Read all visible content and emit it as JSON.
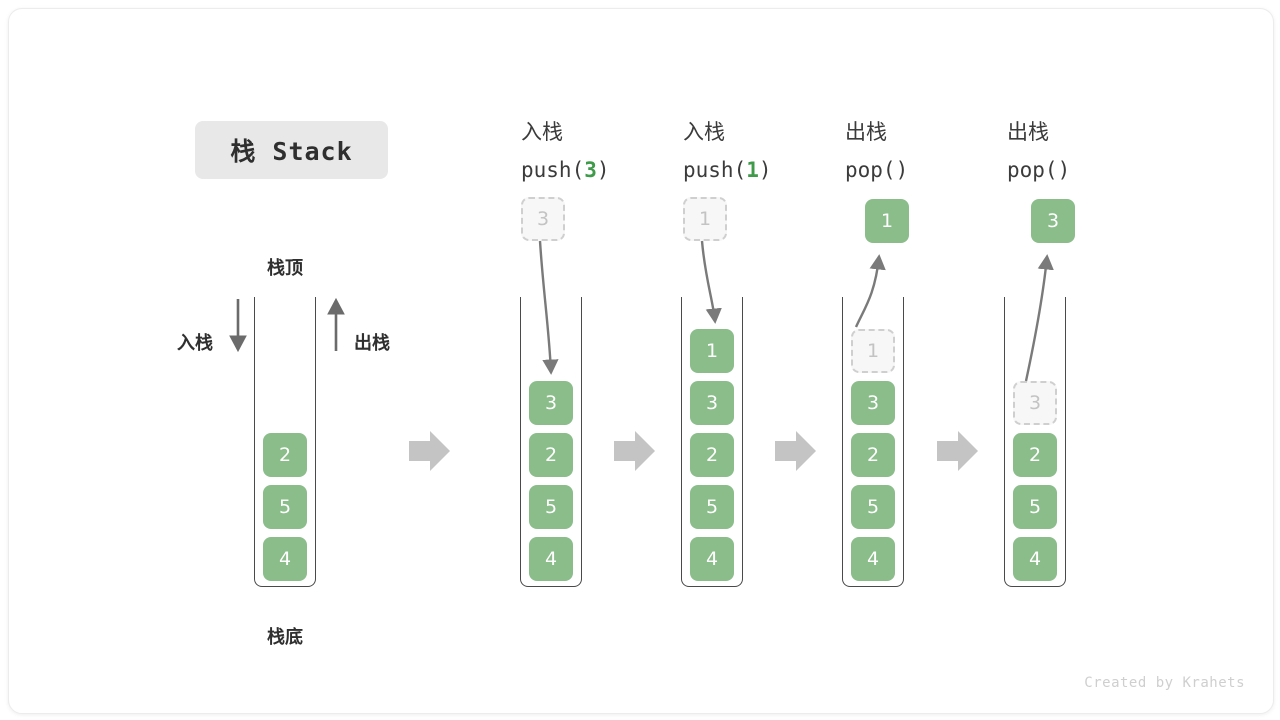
{
  "title": {
    "text": "栈 Stack"
  },
  "watermark": "Created by Krahets",
  "annotations": {
    "top": "栈顶",
    "bottom": "栈底",
    "push_side": "入栈",
    "pop_side": "出栈"
  },
  "columns": [
    {
      "id": "initial",
      "op_cn": "",
      "op_code": "",
      "cells": [
        "2",
        "5",
        "4"
      ],
      "ghost_index": -1,
      "floating": null
    },
    {
      "id": "push-3",
      "op_cn": "入栈",
      "op_code_prefix": "push(",
      "op_code_arg": "3",
      "op_code_suffix": ")",
      "cells": [
        "3",
        "2",
        "5",
        "4"
      ],
      "ghost_index": -1,
      "floating": {
        "value": "3",
        "style": "ghost",
        "direction": "in"
      }
    },
    {
      "id": "push-1",
      "op_cn": "入栈",
      "op_code_prefix": "push(",
      "op_code_arg": "1",
      "op_code_suffix": ")",
      "cells": [
        "1",
        "3",
        "2",
        "5",
        "4"
      ],
      "ghost_index": -1,
      "floating": {
        "value": "1",
        "style": "ghost",
        "direction": "in"
      }
    },
    {
      "id": "pop-1",
      "op_cn": "出栈",
      "op_code_prefix": "pop(",
      "op_code_arg": "",
      "op_code_suffix": ")",
      "cells": [
        "1",
        "3",
        "2",
        "5",
        "4"
      ],
      "ghost_index": 0,
      "floating": {
        "value": "1",
        "style": "solid",
        "direction": "out"
      }
    },
    {
      "id": "pop-2",
      "op_cn": "出栈",
      "op_code_prefix": "pop(",
      "op_code_arg": "",
      "op_code_suffix": ")",
      "cells": [
        "3",
        "2",
        "5",
        "4"
      ],
      "ghost_index": 0,
      "floating": {
        "value": "3",
        "style": "solid",
        "direction": "out"
      }
    }
  ],
  "colors": {
    "cell_green": "#8abd8a",
    "ghost_fill": "#f7f7f7",
    "ghost_border": "#cfcfcf",
    "arrow_gray": "#7a7a7a",
    "step_arrow_gray": "#c4c4c4",
    "chip_bg": "#e8e8e8",
    "accent_green_text": "#3f9a4a"
  },
  "labels": {
    "c0_cells": [
      "2",
      "5",
      "4"
    ],
    "c1_label_cn": "入栈",
    "c1_code": "push(3)",
    "c2_label_cn": "入栈",
    "c2_code": "push(1)",
    "c3_label_cn": "出栈",
    "c3_code": "pop()",
    "c4_label_cn": "出栈",
    "c4_code": "pop()"
  }
}
